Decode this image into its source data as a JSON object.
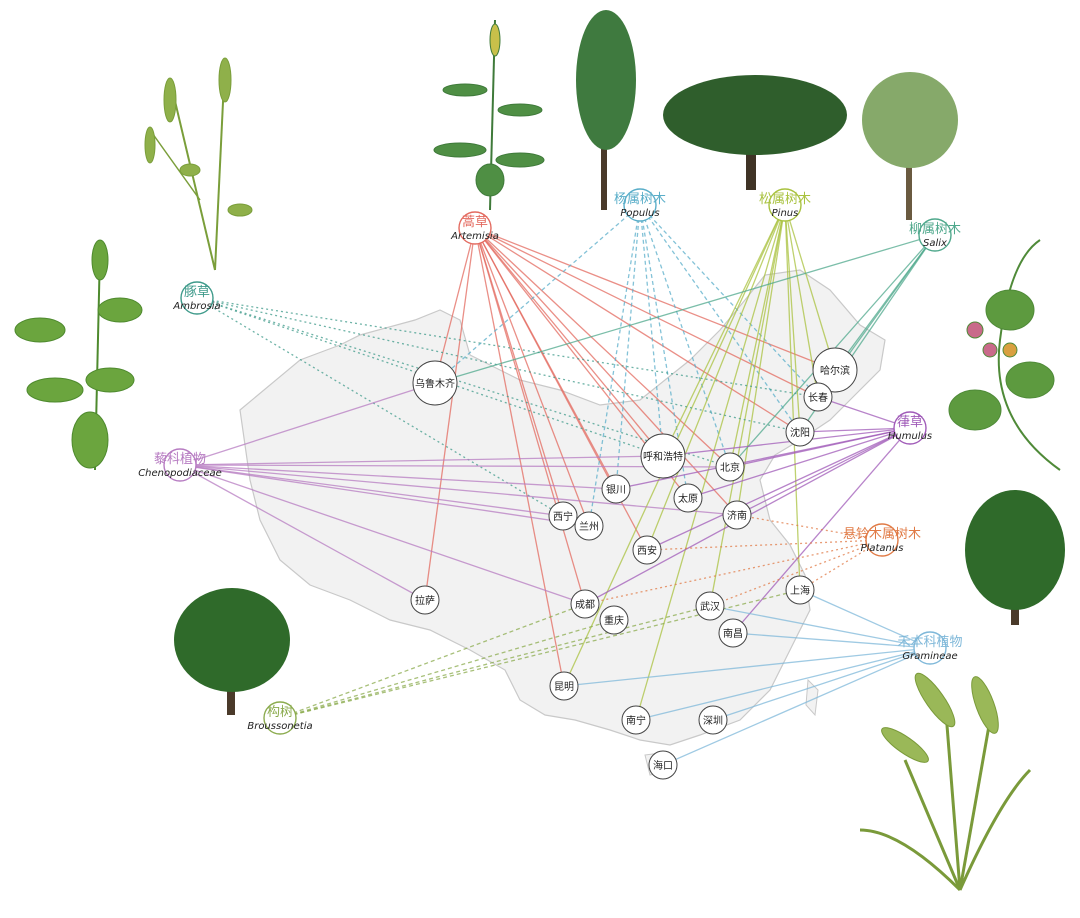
{
  "plants": [
    {
      "id": "artemisia",
      "cn": "蒿草",
      "latin": "Artemisia",
      "color": "#e36a5f",
      "lineStyle": "solid",
      "targets": [
        "ulumqi",
        "lhasa",
        "xining",
        "lanzhou",
        "yinchuan",
        "xian",
        "chengdu",
        "kunming",
        "taiyuan",
        "beijing",
        "jinan",
        "shenyang",
        "changchun",
        "harbin",
        "hohhot"
      ]
    },
    {
      "id": "populus",
      "cn": "杨属树木",
      "latin": "Populus",
      "color": "#5aaec9",
      "lineStyle": "dashed",
      "targets": [
        "ulumqi",
        "yinchuan",
        "lanzhou",
        "hohhot",
        "beijing",
        "taiyuan",
        "changchun",
        "shenyang"
      ]
    },
    {
      "id": "pinus",
      "cn": "松属树木",
      "latin": "Pinus",
      "color": "#a9c23f",
      "lineStyle": "solid",
      "targets": [
        "kunming",
        "nanning",
        "wuhan",
        "shanghai",
        "xian",
        "jinan",
        "beijing",
        "shenyang",
        "changchun",
        "harbin",
        "hohhot"
      ]
    },
    {
      "id": "salix",
      "cn": "柳属树木",
      "latin": "Salix",
      "color": "#4fa88c",
      "lineStyle": "solid",
      "targets": [
        "ulumqi",
        "beijing",
        "shenyang",
        "changchun",
        "harbin"
      ]
    },
    {
      "id": "ambrosia",
      "cn": "豚草",
      "latin": "Ambrosia",
      "color": "#3e9a8a",
      "lineStyle": "dotted",
      "targets": [
        "shenyang",
        "changchun",
        "beijing",
        "hohhot",
        "xining"
      ]
    },
    {
      "id": "chenopodiaceae",
      "cn": "藜科植物",
      "latin": "Chenopodiaceae",
      "color": "#b77cc2",
      "lineStyle": "solid",
      "targets": [
        "ulumqi",
        "lhasa",
        "xining",
        "lanzhou",
        "yinchuan",
        "hohhot",
        "beijing",
        "jinan",
        "chengdu"
      ]
    },
    {
      "id": "humulus",
      "cn": "葎草",
      "latin": "Humulus",
      "color": "#a05bb8",
      "lineStyle": "solid",
      "targets": [
        "beijing",
        "taiyuan",
        "jinan",
        "xian",
        "yinchuan",
        "hohhot",
        "chengdu",
        "shenyang",
        "changchun",
        "nanchang"
      ]
    },
    {
      "id": "platanus",
      "cn": "悬铃木属树木",
      "latin": "Platanus",
      "color": "#e07a45",
      "lineStyle": "dotted",
      "targets": [
        "shanghai",
        "jinan",
        "xian",
        "chengdu",
        "wuhan"
      ]
    },
    {
      "id": "gramineae",
      "cn": "禾本科植物",
      "latin": "Gramineae",
      "color": "#7fb8d9",
      "lineStyle": "solid",
      "targets": [
        "shanghai",
        "nanchang",
        "kunming",
        "nanning",
        "shenzhen",
        "haikou",
        "wuhan"
      ]
    },
    {
      "id": "broussonetia",
      "cn": "构树",
      "latin": "Broussonetia",
      "color": "#8bab4e",
      "lineStyle": "dashed",
      "targets": [
        "chengdu",
        "chongqing",
        "wuhan",
        "shanghai"
      ]
    }
  ],
  "cities": [
    {
      "id": "ulumqi",
      "name": "乌鲁木齐"
    },
    {
      "id": "harbin",
      "name": "哈尔滨"
    },
    {
      "id": "changchun",
      "name": "长春"
    },
    {
      "id": "shenyang",
      "name": "沈阳"
    },
    {
      "id": "hohhot",
      "name": "呼和浩特"
    },
    {
      "id": "beijing",
      "name": "北京"
    },
    {
      "id": "yinchuan",
      "name": "银川"
    },
    {
      "id": "taiyuan",
      "name": "太原"
    },
    {
      "id": "xining",
      "name": "西宁"
    },
    {
      "id": "lanzhou",
      "name": "兰州"
    },
    {
      "id": "jinan",
      "name": "济南"
    },
    {
      "id": "xian",
      "name": "西安"
    },
    {
      "id": "lhasa",
      "name": "拉萨"
    },
    {
      "id": "chengdu",
      "name": "成都"
    },
    {
      "id": "wuhan",
      "name": "武汉"
    },
    {
      "id": "shanghai",
      "name": "上海"
    },
    {
      "id": "chongqing",
      "name": "重庆"
    },
    {
      "id": "nanchang",
      "name": "南昌"
    },
    {
      "id": "kunming",
      "name": "昆明"
    },
    {
      "id": "nanning",
      "name": "南宁"
    },
    {
      "id": "shenzhen",
      "name": "深圳"
    },
    {
      "id": "haikou",
      "name": "海口"
    }
  ]
}
